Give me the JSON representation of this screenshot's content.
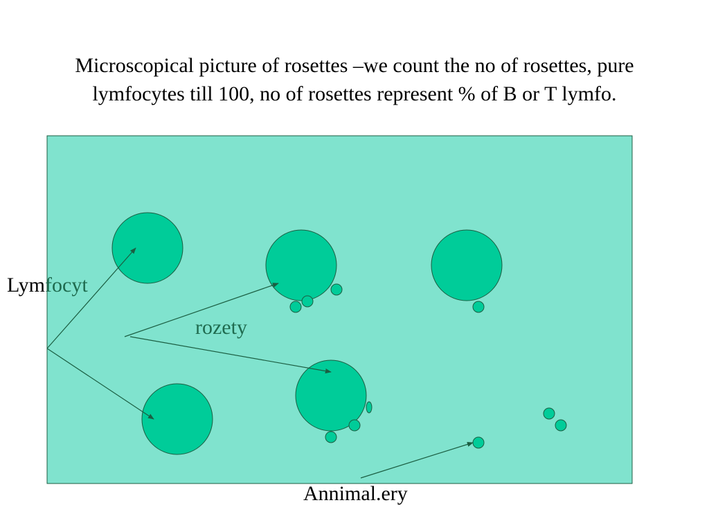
{
  "slide": {
    "title": "Microscopical picture of rosettes –we count the no of rosettes, pure lymfocytes till 100, no of rosettes represent  % of B or T lymfo.",
    "labels": {
      "lymfocyt_a": "Lym",
      "lymfocyt_b": "focyt",
      "rozety": "rozety",
      "annimal_ery": "Annimal.ery"
    }
  },
  "colors": {
    "panel_fill": "#80e3ce",
    "cell_fill": "#00cc99",
    "outline": "#1b5e42",
    "text_dark": "#000000",
    "text_accent": "#1f6b4f"
  }
}
